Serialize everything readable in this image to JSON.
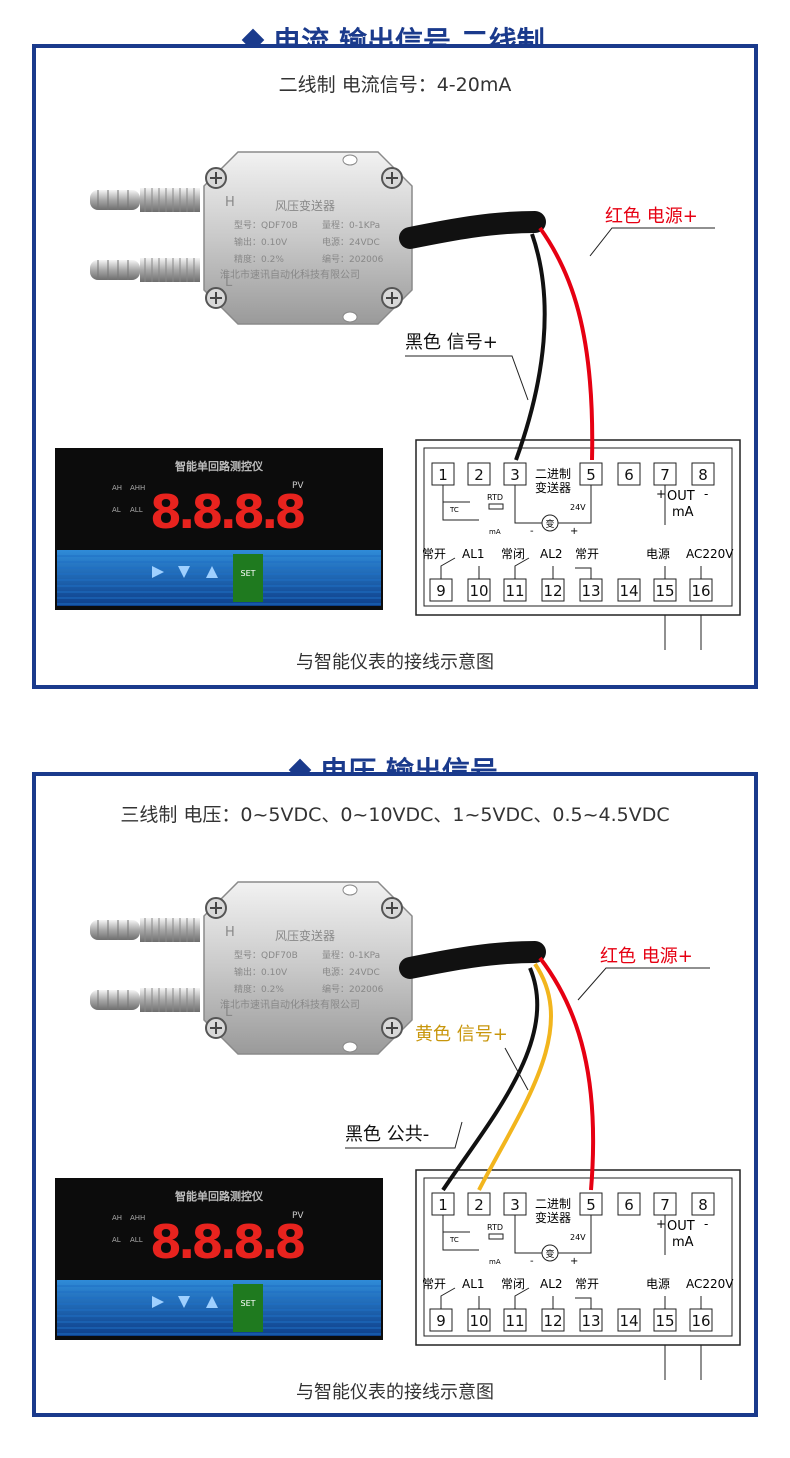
{
  "colors": {
    "frame": "#1a3a8c",
    "red_wire": "#e60012",
    "black_wire": "#111111",
    "yellow_wire": "#f2b51d"
  },
  "section1": {
    "title": "电流 输出信号 二线制",
    "subtitle": "二线制 电流信号：4-20mA",
    "labels": {
      "red": "红色 电源+",
      "black": "黑色 信号+"
    },
    "caption": "与智能仪表的接线示意图"
  },
  "section2": {
    "title": "电压 输出信号",
    "subtitle": "三线制 电压：0~5VDC、0~10VDC、1~5VDC、0.5~4.5VDC",
    "labels": {
      "red": "红色 电源+",
      "yellow": "黄色 信号+",
      "black": "黑色 公共-"
    },
    "caption": "与智能仪表的接线示意图"
  },
  "sensor": {
    "h": "H",
    "l": "L",
    "name": "风压变送器",
    "model": "型号：QDF70B",
    "range": "量程：0-1KPa",
    "output": "输出：0.10V",
    "power": "电源：24VDC",
    "accuracy": "精度：0.2%",
    "serial": "编号：202006",
    "maker": "淮北市速讯自动化科技有限公司"
  },
  "meter": {
    "title": "智能单回路测控仪",
    "pv": "PV",
    "digits": "8.8.8.8",
    "ind_ah": "AH",
    "ind_ahh": "AHH",
    "ind_al": "AL",
    "ind_all": "ALL",
    "set": "SET"
  },
  "terminals": {
    "top": [
      "1",
      "2",
      "3",
      "5",
      "6",
      "7",
      "8"
    ],
    "bottom": [
      "9",
      "10",
      "11",
      "12",
      "13",
      "14",
      "15",
      "16"
    ],
    "transmitter": "二进制\n变送器",
    "transmitter_l1": "二进制",
    "transmitter_l2": "变送器",
    "v24": "24V",
    "transformer": "变",
    "minus": "-",
    "plus": "+",
    "tc": "TC",
    "rtd": "RTD",
    "ma_small": "mA",
    "out": "OUT",
    "out_plus": "+",
    "out_minus": "-",
    "out_ma": "mA",
    "no1": "常开",
    "al1": "AL1",
    "nc": "常闭",
    "al2": "AL2",
    "no2": "常开",
    "power": "电源",
    "ac": "AC220V"
  }
}
